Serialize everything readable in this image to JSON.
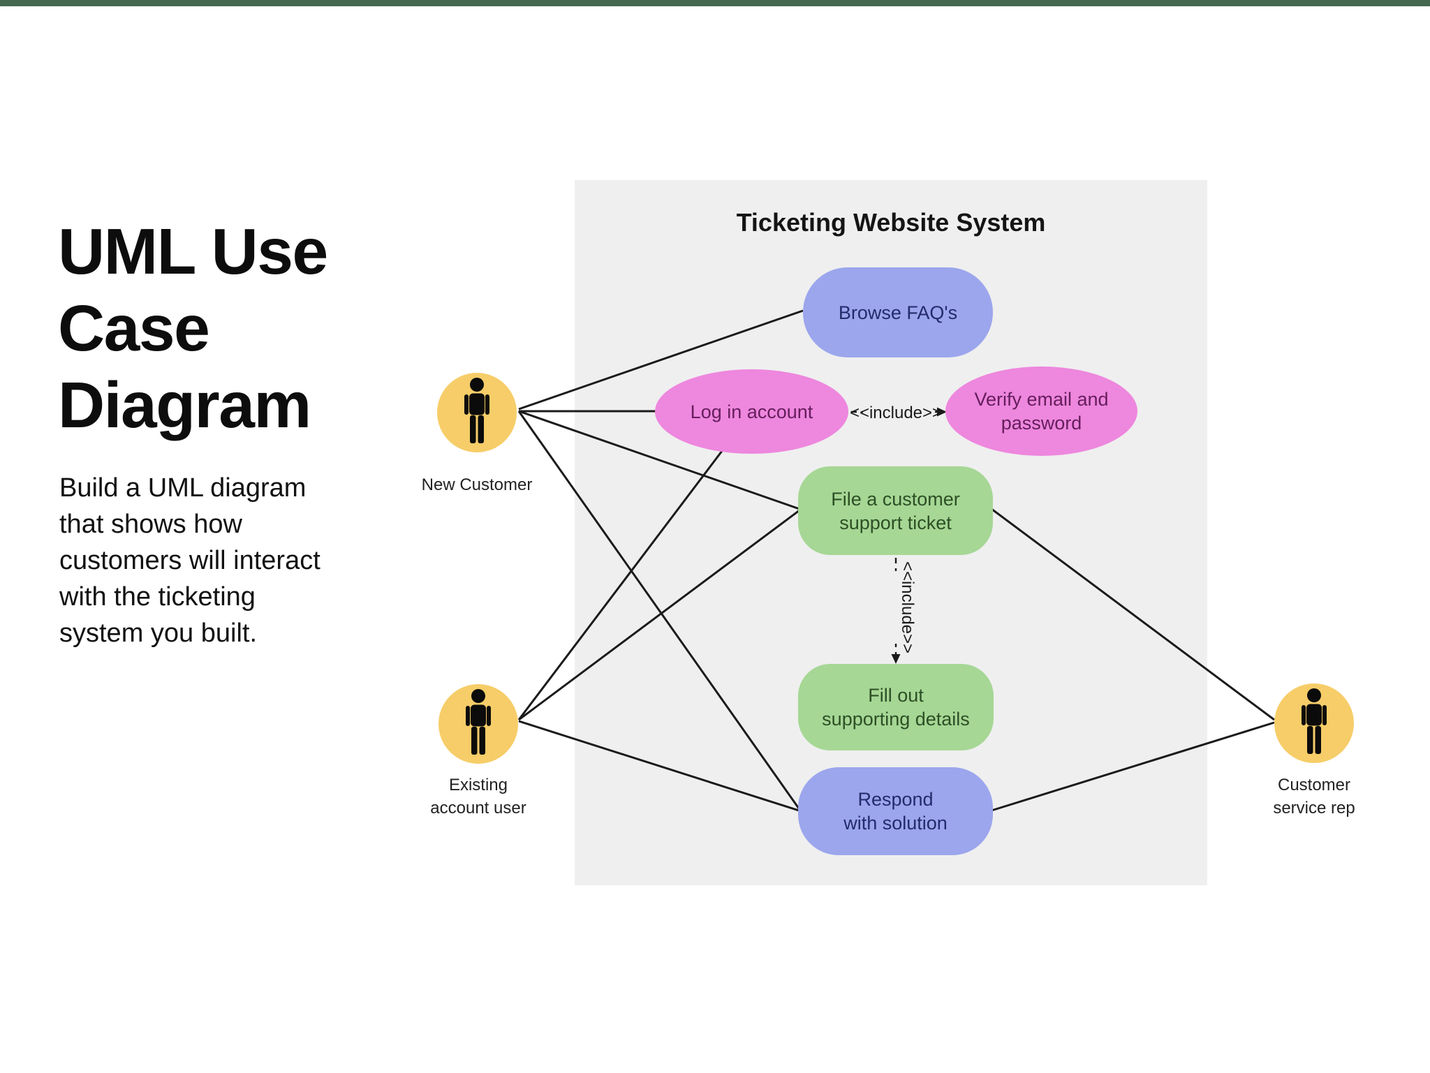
{
  "page": {
    "top_bar_color": "#45694E",
    "background_color": "#FFFFFF"
  },
  "intro": {
    "title_lines": [
      "UML Use",
      "Case",
      "Diagram"
    ],
    "description_lines": [
      "Build a UML diagram",
      "that shows how",
      "customers will interact",
      "with the ticketing",
      "system you built."
    ]
  },
  "diagram": {
    "system_title": "Ticketing Website System",
    "panel_color": "#EFEFEF",
    "line_color": "#1B1B1B",
    "include_label": "<<include>>",
    "actor_fill": "#F6CD68",
    "actor_icon_color": "#0B0B0B",
    "actors": [
      {
        "id": "new-customer",
        "label_lines": [
          "New Customer"
        ]
      },
      {
        "id": "existing-account-user",
        "label_lines": [
          "Existing",
          "account user"
        ]
      },
      {
        "id": "customer-service-rep",
        "label_lines": [
          "Customer",
          "service rep"
        ]
      }
    ],
    "use_cases": [
      {
        "id": "browse-faqs",
        "label_lines": [
          "Browse FAQ's"
        ],
        "shape": "pill",
        "fill": "#9CA6ED",
        "text_color": "#232B6A"
      },
      {
        "id": "log-in-account",
        "label_lines": [
          "Log in account"
        ],
        "shape": "ellipse",
        "fill": "#EE87DE",
        "text_color": "#651E5C"
      },
      {
        "id": "verify-email-and-password",
        "label_lines": [
          "Verify email and",
          "password"
        ],
        "shape": "ellipse",
        "fill": "#EE87DE",
        "text_color": "#651E5C"
      },
      {
        "id": "file-a-customer-support-ticket",
        "label_lines": [
          "File a customer",
          "support ticket"
        ],
        "shape": "rounded-rect",
        "fill": "#A6D795",
        "text_color": "#2D4F25"
      },
      {
        "id": "fill-out-supporting-details",
        "label_lines": [
          "Fill out",
          "supporting details"
        ],
        "shape": "rounded-rect",
        "fill": "#A6D795",
        "text_color": "#2D4F25"
      },
      {
        "id": "respond-with-solution",
        "label_lines": [
          "Respond",
          "with solution"
        ],
        "shape": "rounded-rect",
        "fill": "#9CA6ED",
        "text_color": "#232B6A"
      }
    ],
    "associations": [
      {
        "from": "new-customer",
        "to": "browse-faqs"
      },
      {
        "from": "new-customer",
        "to": "log-in-account"
      },
      {
        "from": "new-customer",
        "to": "file-a-customer-support-ticket"
      },
      {
        "from": "new-customer",
        "to": "respond-with-solution"
      },
      {
        "from": "existing-account-user",
        "to": "log-in-account"
      },
      {
        "from": "existing-account-user",
        "to": "file-a-customer-support-ticket"
      },
      {
        "from": "existing-account-user",
        "to": "respond-with-solution"
      },
      {
        "from": "customer-service-rep",
        "to": "file-a-customer-support-ticket"
      },
      {
        "from": "customer-service-rep",
        "to": "respond-with-solution"
      }
    ],
    "includes": [
      {
        "from": "log-in-account",
        "to": "verify-email-and-password"
      },
      {
        "from": "file-a-customer-support-ticket",
        "to": "fill-out-supporting-details"
      }
    ]
  }
}
